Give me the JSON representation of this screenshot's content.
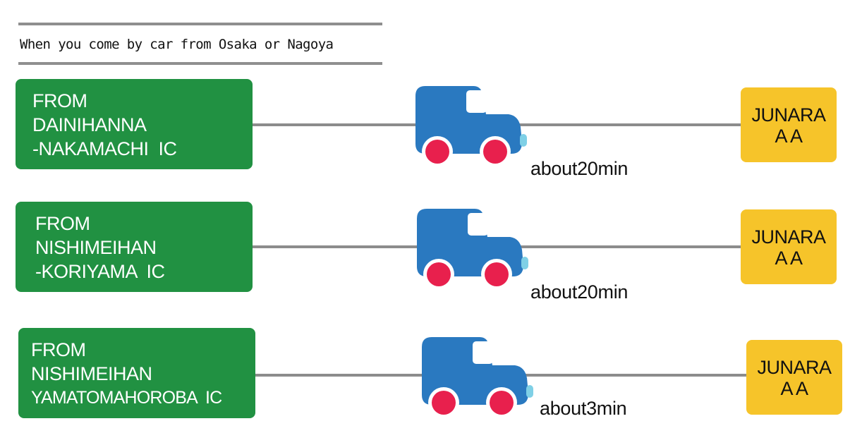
{
  "heading": "When you come by car from Osaka or Nagoya",
  "colors": {
    "from_box": "#219142",
    "destination_box": "#f6c42a",
    "car_body": "#2a79c0",
    "car_wheel": "#e8204d",
    "road": "#8c8c8c"
  },
  "routes": [
    {
      "from_lines": [
        "FROM",
        "DAINIHANNA",
        "-NAKAMACHI  IC"
      ],
      "destination_lines": [
        "JUNARA",
        "A A"
      ],
      "time": "about20min",
      "icon": "truck-icon"
    },
    {
      "from_lines": [
        "FROM",
        "NISHIMEIHAN",
        "-KORIYAMA  IC"
      ],
      "destination_lines": [
        "JUNARA",
        "A A"
      ],
      "time": "about20min",
      "icon": "truck-icon"
    },
    {
      "from_lines": [
        "FROM",
        "NISHIMEIHAN",
        "YAMATOMAHOROBA  IC"
      ],
      "destination_lines": [
        "JUNARA",
        "A A"
      ],
      "time": "about3min",
      "icon": "truck-icon"
    }
  ]
}
